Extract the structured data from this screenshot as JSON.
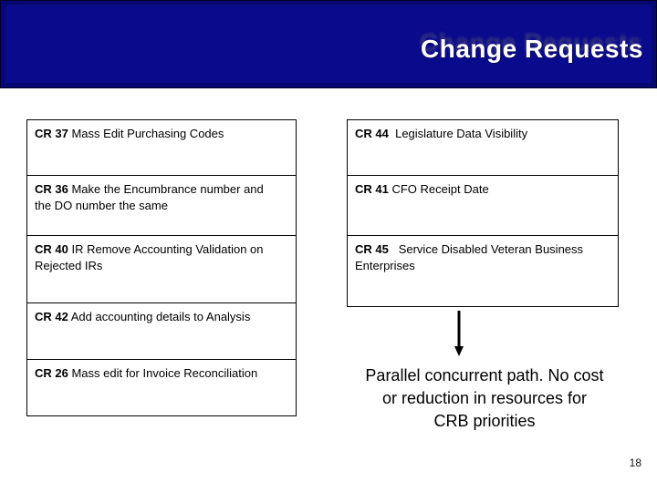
{
  "header": {
    "title": "Change Requests",
    "background_color": "#0a0a8c",
    "border_color": "#01012a",
    "text_color": "#ffffff"
  },
  "left_column": {
    "items": [
      {
        "code": "CR 37",
        "desc": " Mass Edit Purchasing Codes"
      },
      {
        "code": "CR 36",
        "desc": " Make the Encumbrance number and\nthe DO number the same"
      },
      {
        "code": "CR 40",
        "desc": " IR Remove Accounting Validation on\nRejected IRs"
      },
      {
        "code": "CR 42",
        "desc": " Add accounting details to Analysis"
      },
      {
        "code": "CR 26",
        "desc": " Mass edit for Invoice Reconciliation"
      }
    ]
  },
  "right_column": {
    "items": [
      {
        "code": "CR 44",
        "desc": "  Legislature Data Visibility"
      },
      {
        "code": "CR 41",
        "desc": " CFO Receipt Date"
      },
      {
        "code": "CR 45",
        "desc": "   Service Disabled Veteran Business\nEnterprises"
      }
    ]
  },
  "arrow": {
    "direction": "down",
    "color": "#000000"
  },
  "note": {
    "lines": [
      "Parallel concurrent path. No cost",
      "or reduction in resources for",
      "CRB priorities"
    ]
  },
  "footer": {
    "page_number": "18"
  }
}
